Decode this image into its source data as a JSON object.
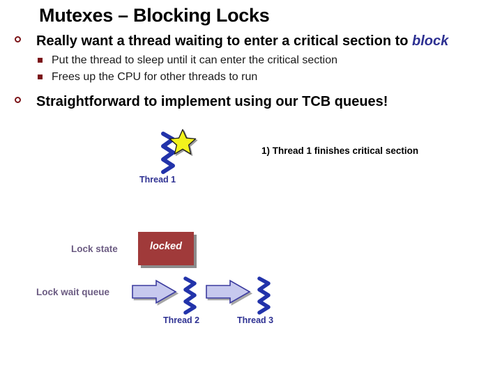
{
  "slide": {
    "title": "Mutexes – Blocking Locks",
    "bullets": [
      {
        "level": 1,
        "marker": "hollow-circle-bullet",
        "text_before": "Really want a thread waiting to enter a critical section to ",
        "emphasis": "block"
      },
      {
        "level": 2,
        "marker": "square-bullet",
        "text": "Put the thread to sleep until it can enter the critical section"
      },
      {
        "level": 2,
        "marker": "square-bullet",
        "text": "Frees up the CPU for other threads to run"
      },
      {
        "level": 1,
        "marker": "hollow-circle-bullet",
        "text": "Straightforward to implement using our TCB queues!"
      }
    ]
  },
  "diagram": {
    "annotation_step1": "1) Thread 1 finishes critical section",
    "thread1_label": "Thread 1",
    "thread2_label": "Thread 2",
    "thread3_label": "Thread 3",
    "lock_state_label": "Lock state",
    "lock_state_value": "locked",
    "lock_wait_queue_label": "Lock wait queue"
  },
  "colors": {
    "bullet_red": "#7B1418",
    "emphasis_blue": "#2E3192",
    "thread_blue": "#2E3192",
    "squiggle_blue": "#2233AA",
    "star_yellow": "#F2F21E",
    "lock_box_red": "#A03A3A",
    "arrow_fill": "#C7C9EE",
    "arrow_stroke": "#3B3B9E",
    "side_label_purple": "#6B5B82",
    "background": "#FFFFFF",
    "title_black": "#000000"
  }
}
